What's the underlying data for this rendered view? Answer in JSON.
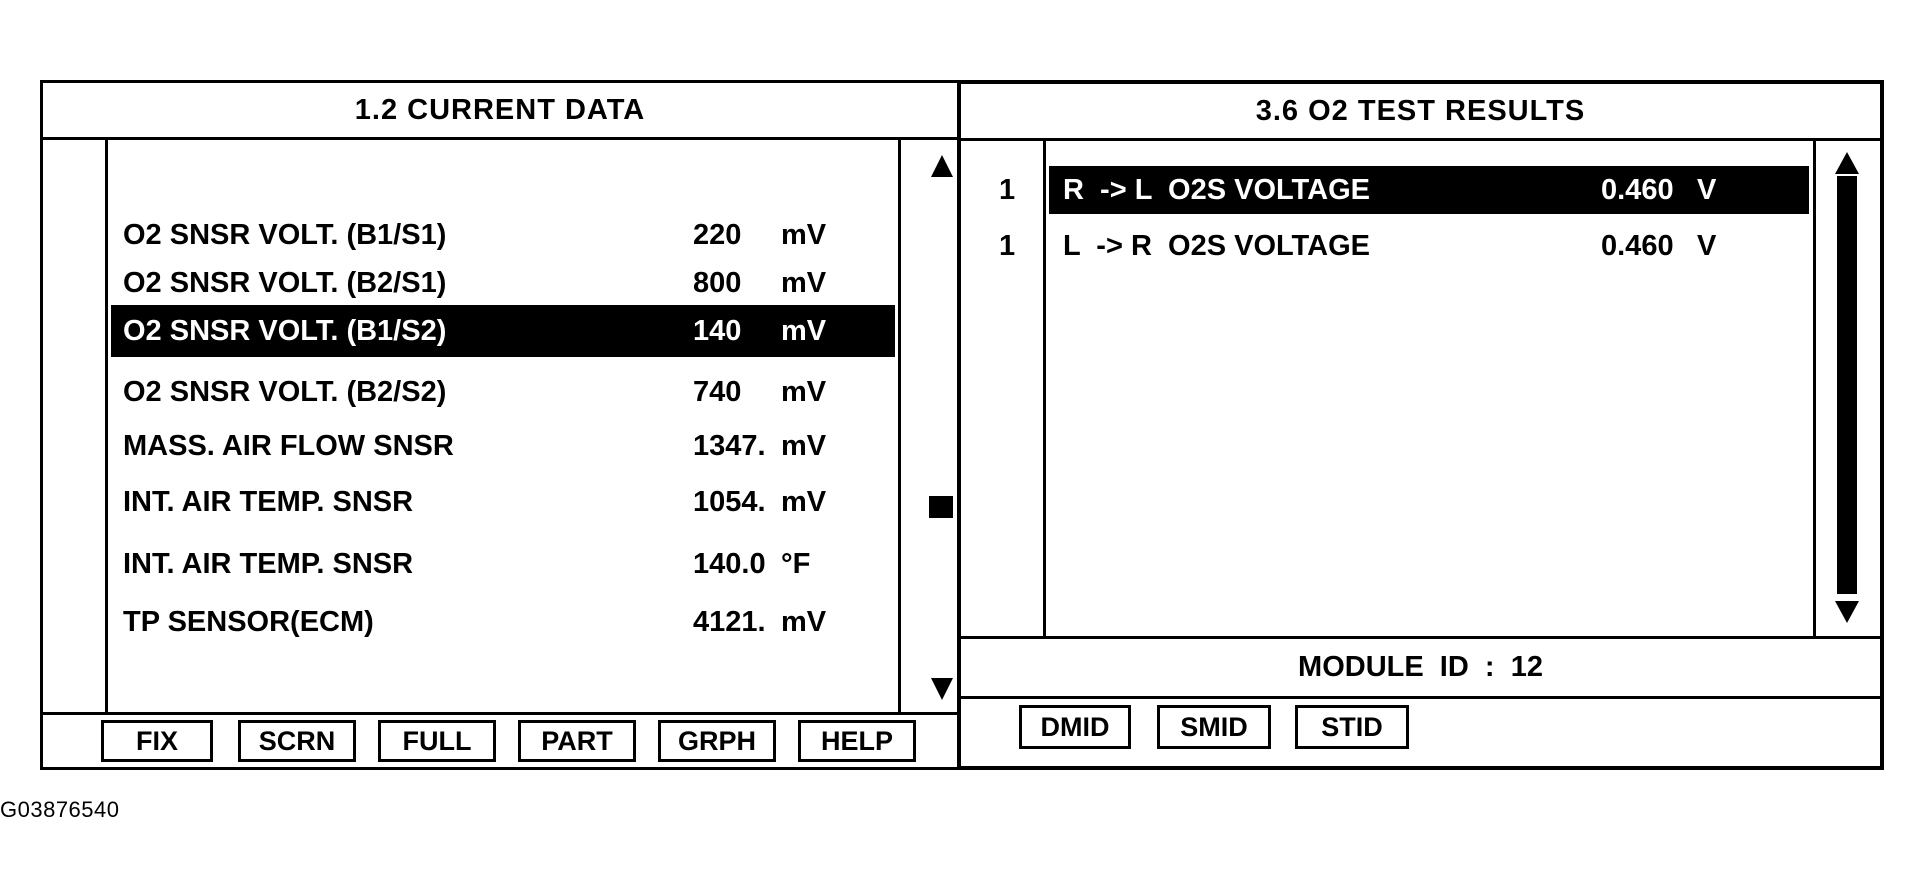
{
  "left_panel": {
    "title": "1.2 CURRENT DATA",
    "rows": [
      {
        "name": "O2 SNSR VOLT. (B1/S1)",
        "value": "220",
        "unit": "mV",
        "selected": false
      },
      {
        "name": "O2 SNSR VOLT. (B2/S1)",
        "value": "800",
        "unit": "mV",
        "selected": false
      },
      {
        "name": "O2 SNSR VOLT. (B1/S2)",
        "value": "140",
        "unit": "mV",
        "selected": true
      },
      {
        "name": "O2 SNSR VOLT. (B2/S2)",
        "value": "740",
        "unit": "mV",
        "selected": false
      },
      {
        "name": "MASS. AIR FLOW SNSR",
        "value": "1347.",
        "unit": "mV",
        "selected": false
      },
      {
        "name": "INT. AIR TEMP. SNSR",
        "value": "1054.",
        "unit": "mV",
        "selected": false
      },
      {
        "name": "INT. AIR TEMP. SNSR",
        "value": "140.0",
        "unit": "°F",
        "selected": false
      },
      {
        "name": "TP SENSOR(ECM)",
        "value": "4121.",
        "unit": "mV",
        "selected": false
      }
    ],
    "buttons": [
      "FIX",
      "SCRN",
      "FULL",
      "PART",
      "GRPH",
      "HELP"
    ]
  },
  "right_panel": {
    "title": "3.6 O2 TEST RESULTS",
    "rows": [
      {
        "num": "1",
        "name": "R  -> L  O2S VOLTAGE",
        "value": "0.460",
        "unit": "V",
        "selected": true
      },
      {
        "num": "1",
        "name": "L  -> R  O2S VOLTAGE",
        "value": "0.460",
        "unit": "V",
        "selected": false
      }
    ],
    "module_id": "MODULE  ID  :  12",
    "buttons": [
      "DMID",
      "SMID",
      "STID"
    ]
  },
  "caption": "G03876540"
}
